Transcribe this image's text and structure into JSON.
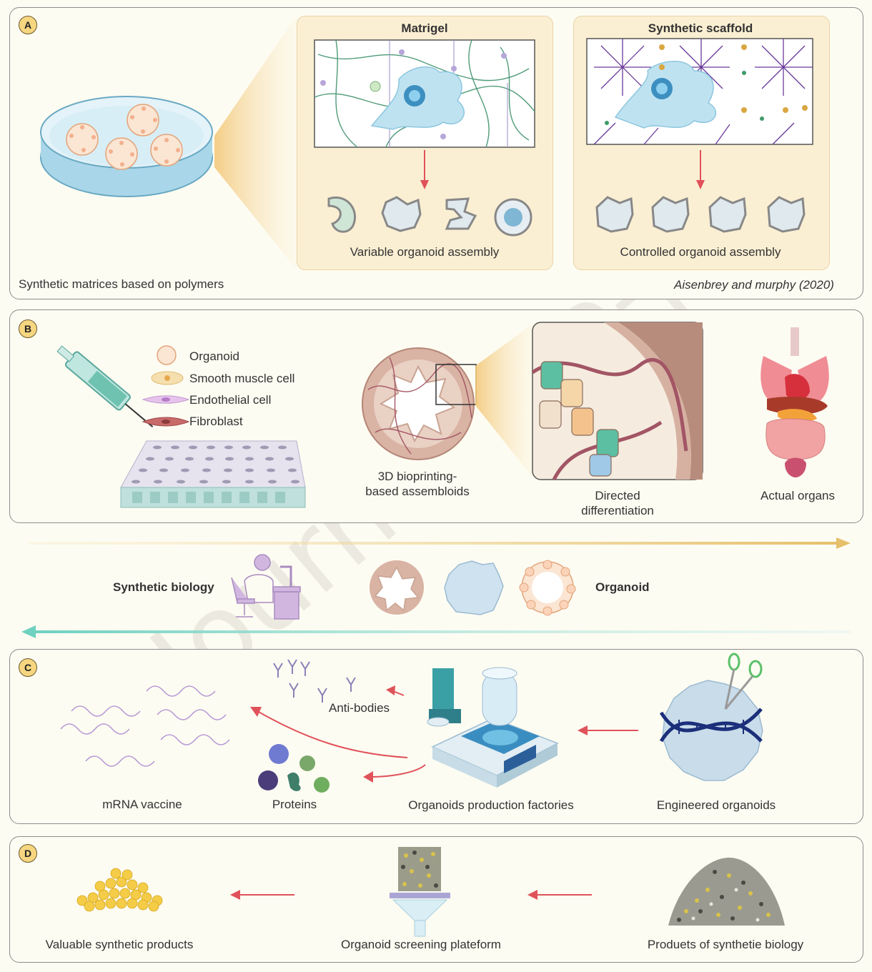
{
  "panel_a": {
    "badge": "A",
    "matrigel_title": "Matrigel",
    "synthetic_title": "Synthetic scaffold",
    "variable_label": "Variable organoid assembly",
    "controlled_label": "Controlled organoid assembly",
    "caption_left": "Synthetic matrices based on polymers",
    "caption_right": "Aisenbrey and murphy (2020)"
  },
  "panel_b": {
    "badge": "B",
    "legend": [
      {
        "label": "Organoid",
        "icon": "organoid-icon"
      },
      {
        "label": "Smooth muscle cell",
        "icon": "smooth-muscle-cell-icon"
      },
      {
        "label": "Endothelial cell",
        "icon": "endothelial-cell-icon"
      },
      {
        "label": "Fibroblast",
        "icon": "fibroblast-icon"
      }
    ],
    "bioprinting_label_1": "3D bioprinting-",
    "bioprinting_label_2": "based assembloids",
    "directed_label_1": "Directed",
    "directed_label_2": "differentiation",
    "organs_label": "Actual organs"
  },
  "middle": {
    "synthetic_biology": "Synthetic biology",
    "organoid": "Organoid"
  },
  "panel_c": {
    "badge": "C",
    "antibodies": "Anti-bodies",
    "mrna": "mRNA vaccine",
    "proteins": "Proteins",
    "factories": "Organoids production factories",
    "engineered": "Engineered organoids"
  },
  "panel_d": {
    "badge": "D",
    "valuable": "Valuable synthetic products",
    "screening": "Organoid screening plateform",
    "products": "Produets of synthetie biology"
  },
  "watermark": "Journal Pre-proof",
  "colors": {
    "badge_fill": "#f6d680",
    "panel_border": "#8c8c8c",
    "sub_box": "#fbefd3",
    "arrow_red": "#e0525a",
    "arrow_gold": "#e6c06a",
    "arrow_teal": "#6fd1bf",
    "cell_blue": "#bfe2f1"
  }
}
